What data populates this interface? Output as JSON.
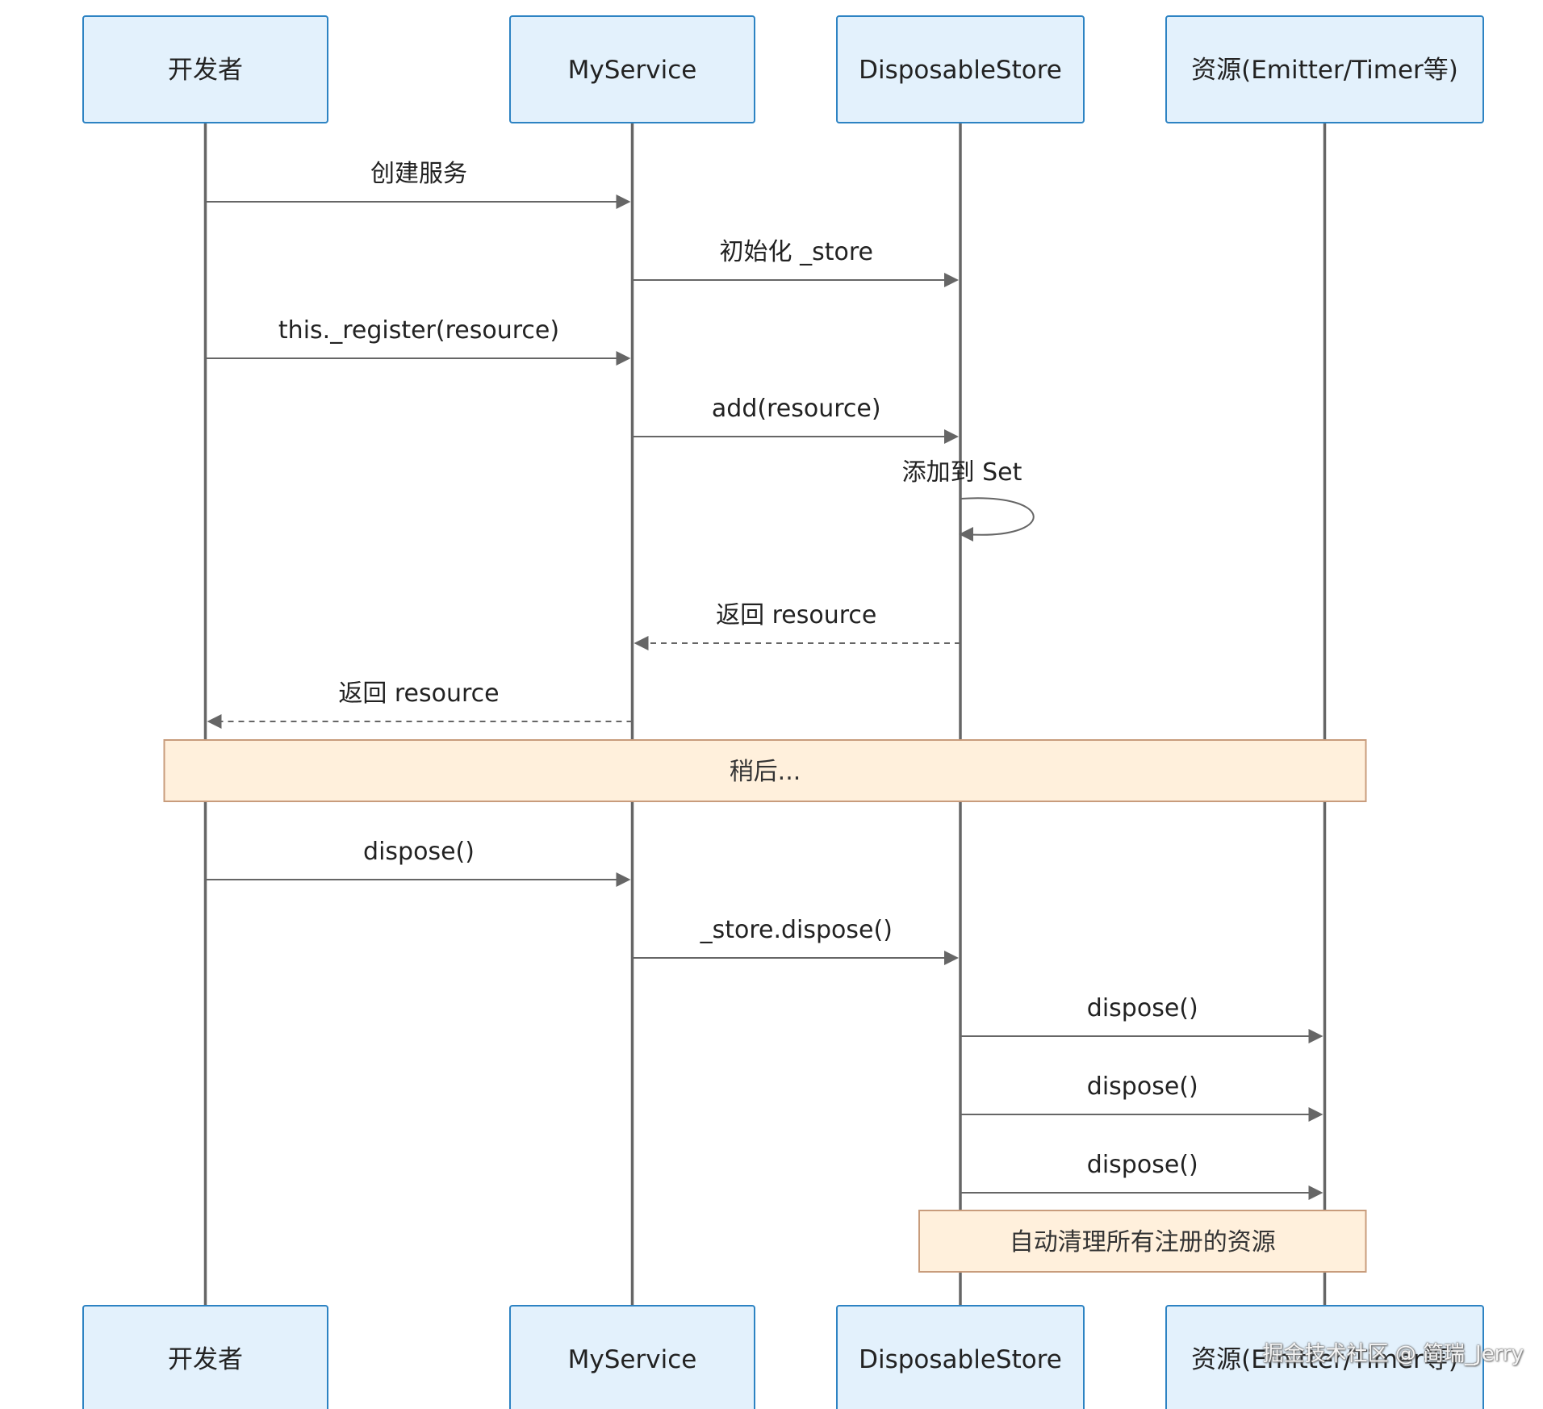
{
  "actors": [
    {
      "id": "dev",
      "label": "开发者"
    },
    {
      "id": "svc",
      "label": "MyService"
    },
    {
      "id": "store",
      "label": "DisposableStore"
    },
    {
      "id": "res",
      "label": "资源(Emitter/Timer等)"
    }
  ],
  "messages": [
    {
      "from": "dev",
      "to": "svc",
      "label": "创建服务",
      "style": "solid"
    },
    {
      "from": "svc",
      "to": "store",
      "label": "初始化 _store",
      "style": "solid"
    },
    {
      "from": "dev",
      "to": "svc",
      "label": "this._register(resource)",
      "style": "solid"
    },
    {
      "from": "svc",
      "to": "store",
      "label": "add(resource)",
      "style": "solid"
    },
    {
      "from": "store",
      "to": "store",
      "label": "添加到 Set",
      "style": "self"
    },
    {
      "from": "store",
      "to": "svc",
      "label": "返回 resource",
      "style": "dashed"
    },
    {
      "from": "svc",
      "to": "dev",
      "label": "返回 resource",
      "style": "dashed"
    },
    {
      "note": "稍后...",
      "over": [
        "dev",
        "res"
      ]
    },
    {
      "from": "dev",
      "to": "svc",
      "label": "dispose()",
      "style": "solid"
    },
    {
      "from": "svc",
      "to": "store",
      "label": "_store.dispose()",
      "style": "solid"
    },
    {
      "from": "store",
      "to": "res",
      "label": "dispose()",
      "style": "solid"
    },
    {
      "from": "store",
      "to": "res",
      "label": "dispose()",
      "style": "solid"
    },
    {
      "from": "store",
      "to": "res",
      "label": "dispose()",
      "style": "solid"
    },
    {
      "note": "自动清理所有注册的资源",
      "over": [
        "store",
        "res"
      ]
    }
  ],
  "watermark": "掘金技术社区 @ 简瑞_Jerry",
  "colors": {
    "actor_fill": "#e3f1fc",
    "actor_border": "#2d83c3",
    "note_fill": "#fff0dc",
    "note_border": "#c89c7c",
    "line": "#666666"
  }
}
